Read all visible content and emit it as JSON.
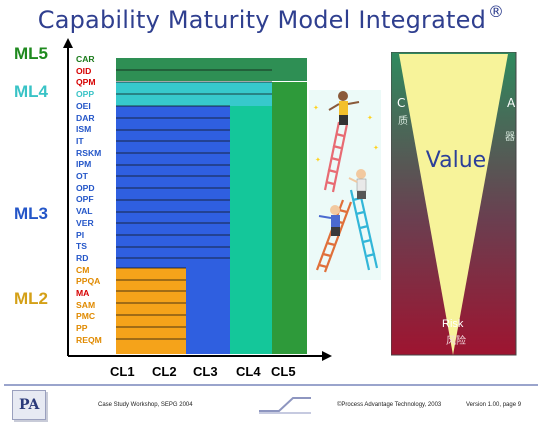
{
  "title": "Capability Maturity Model Integrated",
  "title_mark": "®",
  "maturity_levels": [
    {
      "label": "ML5",
      "color": "#1f8a1f"
    },
    {
      "label": "ML4",
      "color": "#39c3c6"
    },
    {
      "label": "ML3",
      "color": "#2456c8"
    },
    {
      "label": "ML2",
      "color": "#d4a017"
    }
  ],
  "process_areas": [
    {
      "label": "CAR",
      "color": "#1a7a1a"
    },
    {
      "label": "OID",
      "color": "#d60000"
    },
    {
      "label": "QPM",
      "color": "#d60000"
    },
    {
      "label": "OPP",
      "color": "#39c3c6"
    },
    {
      "label": "OEI",
      "color": "#2456c8"
    },
    {
      "label": "DAR",
      "color": "#2456c8"
    },
    {
      "label": "ISM",
      "color": "#2456c8"
    },
    {
      "label": "IT",
      "color": "#2456c8"
    },
    {
      "label": "RSKM",
      "color": "#2456c8"
    },
    {
      "label": "IPM",
      "color": "#2456c8"
    },
    {
      "label": "OT",
      "color": "#2456c8"
    },
    {
      "label": "OPD",
      "color": "#2456c8"
    },
    {
      "label": "OPF",
      "color": "#2456c8"
    },
    {
      "label": "VAL",
      "color": "#2456c8"
    },
    {
      "label": "VER",
      "color": "#2456c8"
    },
    {
      "label": "PI",
      "color": "#2456c8"
    },
    {
      "label": "TS",
      "color": "#2456c8"
    },
    {
      "label": "RD",
      "color": "#2456c8"
    },
    {
      "label": "CM",
      "color": "#e08a00"
    },
    {
      "label": "PPQA",
      "color": "#e08a00"
    },
    {
      "label": "MA",
      "color": "#d60000"
    },
    {
      "label": "SAM",
      "color": "#e08a00"
    },
    {
      "label": "PMC",
      "color": "#e08a00"
    },
    {
      "label": "PP",
      "color": "#e08a00"
    },
    {
      "label": "REQM",
      "color": "#e08a00"
    }
  ],
  "capability_levels": [
    "CL1",
    "CL2",
    "CL3",
    "CL4",
    "CL5"
  ],
  "level_colors": {
    "cl2_orange": "#f5a31a",
    "cl3_blue": "#2f5fe0",
    "cl4_teal": "#14c79a",
    "cl5_green": "#2e9a3a",
    "ml4_band": "#37c9cc",
    "ml5_band": "#2e8f54"
  },
  "value_panel": {
    "label": "Value",
    "bottom_label": "Risk",
    "bottom_label_2": "风险",
    "top_glyph_left": "C",
    "top_glyph_right": "A",
    "side_glyph_left": "质",
    "side_glyph_right": "器"
  },
  "footer": {
    "workshop": "Case Study Workshop, SEPG 2004",
    "copyright": "©Process Advantage Technology, 2003",
    "version": "Version 1.00, page 9",
    "logo_text": "PA"
  }
}
